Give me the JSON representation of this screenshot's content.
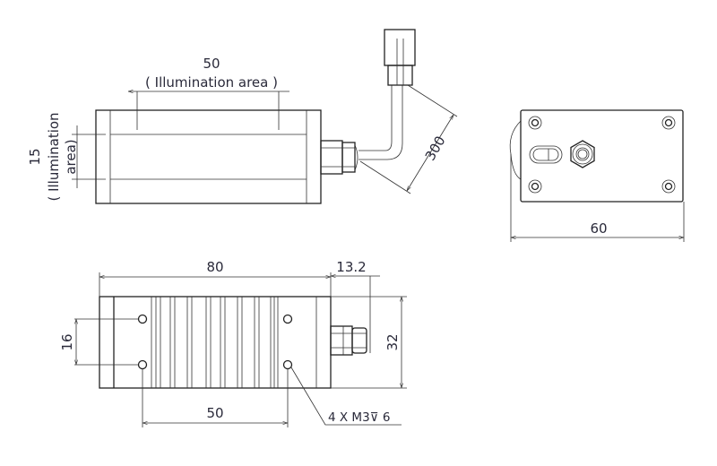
{
  "top_view": {
    "dim_illumination_width": "50",
    "illumination_width_label": "( Illumination area )",
    "dim_illumination_height": "15",
    "illumination_height_label_1": "( Illumination",
    "illumination_height_label_2": "area)",
    "dim_cable_length": "300"
  },
  "side_view": {
    "dim_width": "60"
  },
  "bottom_view": {
    "dim_length": "80",
    "dim_gland": "13.2",
    "dim_height": "32",
    "dim_hole_vertical": "16",
    "dim_hole_horizontal": "50",
    "hole_callout": "4 X M3⊽ 6"
  }
}
